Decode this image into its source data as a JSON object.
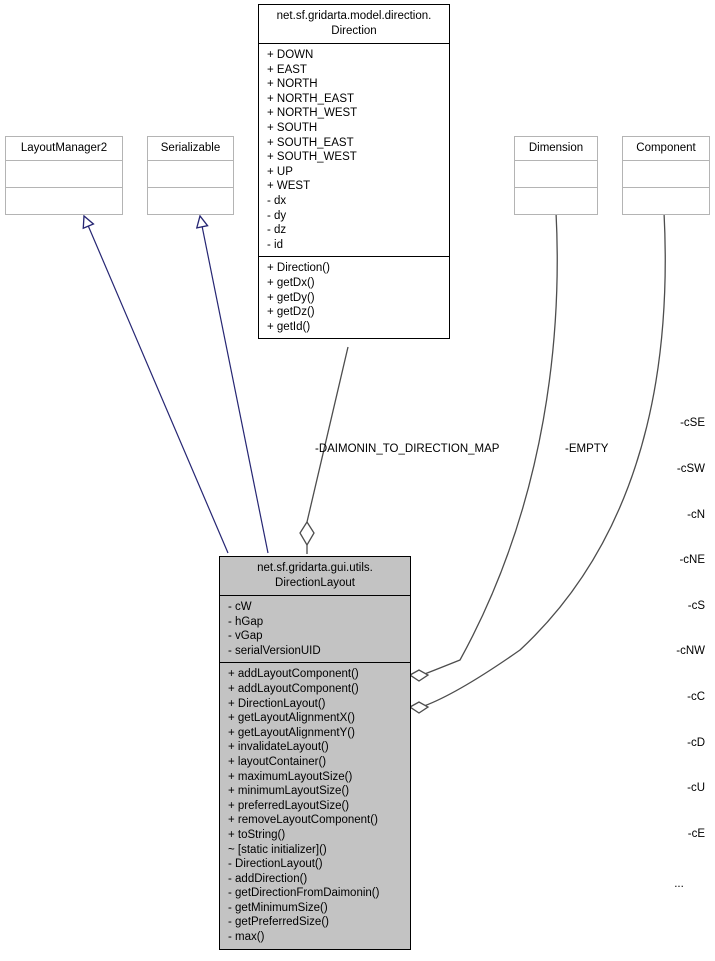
{
  "diagram": {
    "kind": "uml-class-diagram",
    "background": "#ffffff",
    "colors": {
      "highlight_fill": "#c3c3c3",
      "box_border": "#000000",
      "light_border": "#b4b4b4",
      "inheritance_edge": "#262673",
      "association_edge": "#4d4d4d"
    }
  },
  "classes": {
    "direction": {
      "name": "net.sf.gridarta.model.direction.\nDirection",
      "attributes": [
        "+ DOWN",
        "+ EAST",
        "+ NORTH",
        "+ NORTH_EAST",
        "+ NORTH_WEST",
        "+ SOUTH",
        "+ SOUTH_EAST",
        "+ SOUTH_WEST",
        "+ UP",
        "+ WEST",
        "- dx",
        "- dy",
        "- dz",
        "- id"
      ],
      "operations": [
        "+ Direction()",
        "+ getDx()",
        "+ getDy()",
        "+ getDz()",
        "+ getId()"
      ]
    },
    "layout_manager2": {
      "name": "LayoutManager2",
      "attributes": [],
      "operations": []
    },
    "serializable": {
      "name": "Serializable",
      "attributes": [],
      "operations": []
    },
    "dimension": {
      "name": "Dimension",
      "attributes": [],
      "operations": []
    },
    "component": {
      "name": "Component",
      "attributes": [],
      "operations": []
    },
    "direction_layout": {
      "name": "net.sf.gridarta.gui.utils.\nDirectionLayout",
      "attributes": [
        "- cW",
        "- hGap",
        "- vGap",
        "- serialVersionUID"
      ],
      "operations": [
        "+ addLayoutComponent()",
        "+ addLayoutComponent()",
        "+ DirectionLayout()",
        "+ getLayoutAlignmentX()",
        "+ getLayoutAlignmentY()",
        "+ invalidateLayout()",
        "+ layoutContainer()",
        "+ maximumLayoutSize()",
        "+ minimumLayoutSize()",
        "+ preferredLayoutSize()",
        "+ removeLayoutComponent()",
        "+ toString()",
        "~ [static initializer]()",
        "- DirectionLayout()",
        "- addDirection()",
        "- getDirectionFromDaimonin()",
        "- getMinimumSize()",
        "- getPreferredSize()",
        "- max()"
      ]
    }
  },
  "edges": {
    "daimonin_map_label": "-DAIMONIN_TO_DIRECTION_MAP",
    "empty_label": "-EMPTY",
    "component_roles": [
      "-cSE",
      "-cSW",
      "-cN",
      "-cNE",
      "-cS",
      "-cNW",
      "-cC",
      "-cD",
      "-cU",
      "-cE",
      "..."
    ]
  }
}
